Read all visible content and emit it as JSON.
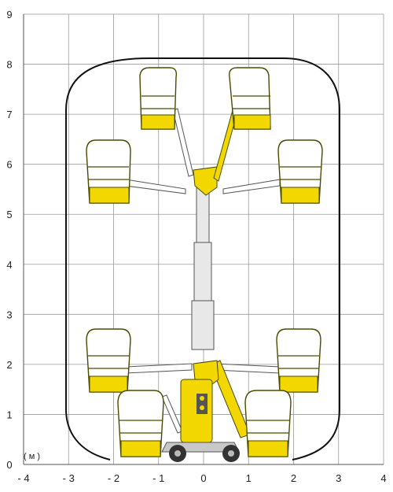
{
  "diagram": {
    "y_ticks": [
      "0",
      "1",
      "2",
      "3",
      "4",
      "5",
      "6",
      "7",
      "8",
      "9"
    ],
    "x_ticks": [
      "- 4",
      "- 3",
      "- 2",
      "- 1",
      "0",
      "1",
      "2",
      "3",
      "4"
    ],
    "unit_label": "( м )",
    "colors": {
      "yellow": "#f2d800",
      "outline": "#4a4a00",
      "envelope": "#111111",
      "grid": "#9a9a9a"
    }
  }
}
